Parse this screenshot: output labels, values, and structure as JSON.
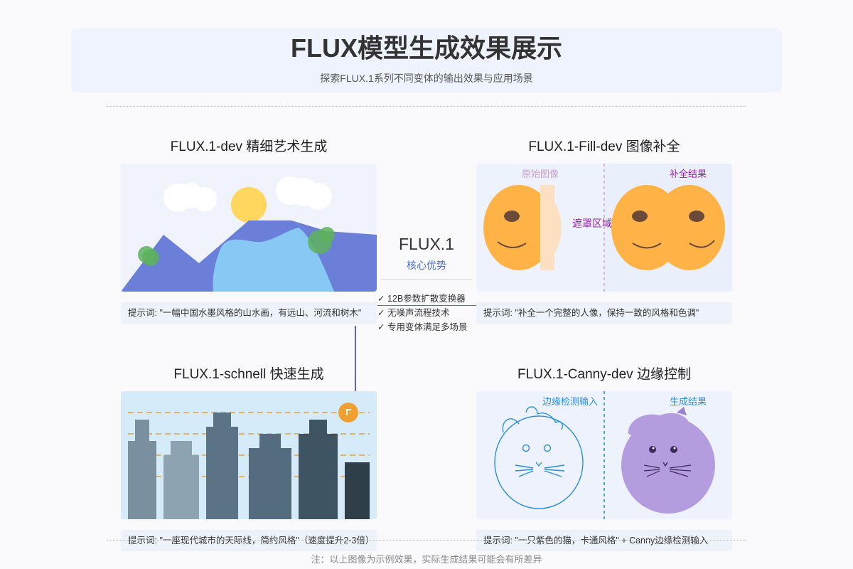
{
  "header": {
    "title": "FLUX模型生成效果展示",
    "subtitle": "探索FLUX.1系列不同变体的输出效果与应用场景"
  },
  "hub": {
    "title": "FLUX.1",
    "subtitle": "核心优势",
    "features": [
      "✓ 12B参数扩散变换器",
      "✓ 无噪声流程技术",
      "✓ 专用变体满足多场景"
    ]
  },
  "sections": {
    "dev": {
      "title": "FLUX.1-dev 精细艺术生成",
      "caption": "提示词: \"一幅中国水墨风格的山水画，有远山、河流和树木\""
    },
    "fill": {
      "title": "FLUX.1-Fill-dev 图像补全",
      "caption": "提示词: \"补全一个完整的人像，保持一致的风格和色调\"",
      "label_original": "原始图像",
      "label_result": "补全结果",
      "label_mask": "遮罩区域"
    },
    "schnell": {
      "title": "FLUX.1-schnell 快速生成",
      "caption": "提示词: \"一座现代城市的天际线，简约风格\"（速度提升2-3倍）"
    },
    "canny": {
      "title": "FLUX.1-Canny-dev 边缘控制",
      "caption": "提示词: \"一只紫色的猫，卡通风格\" + Canny边缘检测输入",
      "label_input": "边缘检测输入",
      "label_result": "生成结果"
    }
  },
  "footnote": "注：以上图像为示例效果，实际生成结果可能会有所差异",
  "colors": {
    "accent": "#4a6fd1",
    "mountain": "#6b7fd8",
    "river": "#87c8f5",
    "sun": "#ffd75e",
    "face": "#ffb347",
    "mask_label": "#9b1fae",
    "cat": "#b49ddf",
    "canny_line": "#2a8fd8"
  }
}
